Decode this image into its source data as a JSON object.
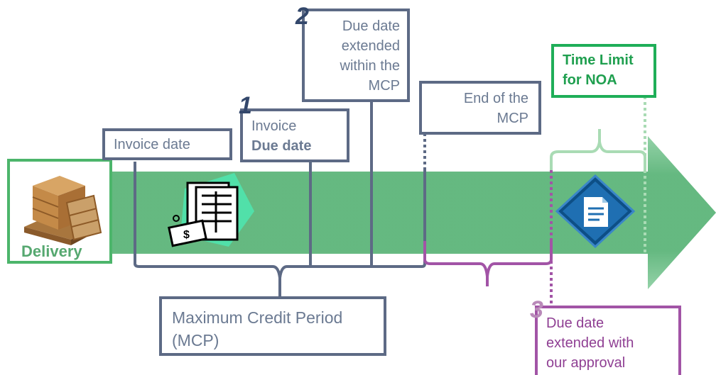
{
  "delivery": {
    "label": "Delivery"
  },
  "invoice_date": {
    "label": "Invoice date"
  },
  "step1": {
    "number": "1",
    "line1": "Invoice",
    "line2": "Due date"
  },
  "step2": {
    "number": "2",
    "lines": [
      "Due date",
      "extended",
      "within the",
      "MCP"
    ]
  },
  "end_mcp": {
    "lines": [
      "End of the",
      "MCP"
    ]
  },
  "time_limit": {
    "lines": [
      "Time Limit",
      "for NOA"
    ]
  },
  "mcp": {
    "lines": [
      "Maximum Credit Period",
      "(MCP)"
    ]
  },
  "step3": {
    "number": "3",
    "lines": [
      "Due date",
      "extended with",
      "our approval"
    ]
  },
  "icons": [
    "package-icon",
    "invoice-money-icon",
    "document-icon"
  ],
  "colors": {
    "arrow": "#63b87f",
    "slate": "#5d6a85",
    "purple": "#a254a6",
    "green": "#1fae58"
  }
}
